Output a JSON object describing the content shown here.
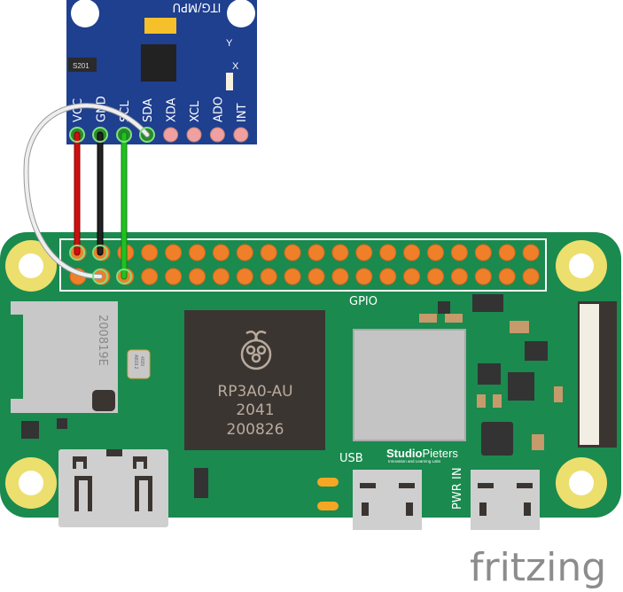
{
  "sensor": {
    "title": "ITG/MPU",
    "chip_label": "S201",
    "pins": [
      "VCC",
      "GND",
      "SCL",
      "SDA",
      "XDA",
      "XCL",
      "ADO",
      "INT"
    ],
    "axis_y": "Y",
    "axis_x": "X"
  },
  "board": {
    "gpio_label": "GPIO",
    "soc": [
      "RP3A0-AU",
      "2041",
      "200826"
    ],
    "sd_code": "200819E",
    "crystal": [
      "AB19.2",
      "4020"
    ],
    "usb_label": "USB",
    "pwr_label": "PWR",
    "in_label": "IN",
    "brand": "Studio",
    "brand2": "Pieters",
    "brand_sub": "Innovation and Learning Labs",
    "colors": {
      "pcb": "#1a8a4f",
      "header": "#f07f2a",
      "hole": "#ecdf6e",
      "soc": "#3b3532",
      "sensor": "#1f3f8f"
    }
  },
  "wires": [
    {
      "from": "VCC",
      "color": "#cc1010"
    },
    {
      "from": "GND",
      "color": "#222222"
    },
    {
      "from": "SCL",
      "color": "#22b822"
    },
    {
      "from": "SDA",
      "color": "#eeeeee"
    }
  ],
  "watermark": "fritzing"
}
